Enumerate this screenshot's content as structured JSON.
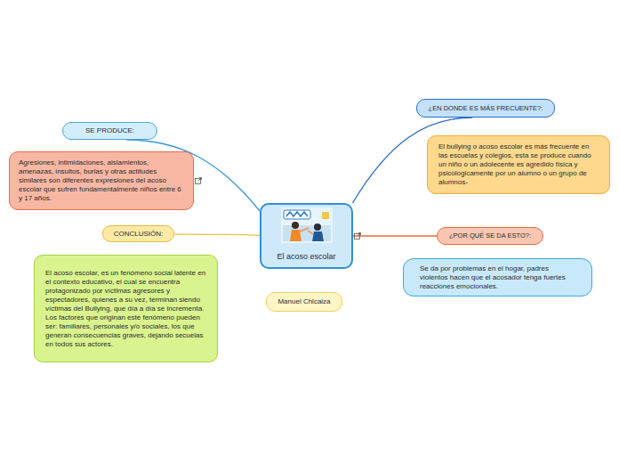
{
  "diagram": {
    "nodes": [
      {
        "text": [
          "SE PRODUCE:"
        ]
      },
      {
        "text": [
          "Agresiones, intimidaciones, aislamientos, amenazas, insultos, burlas y otras actitudes similares son diferentes expresiones del acoso escolar que sufren fundamentalmente niños entre 6 y 17 años."
        ]
      },
      {
        "text": [
          "CONCLUSIÓN:"
        ]
      },
      {
        "text": [
          "El acoso escolar, es un fenómeno social latente en el contexto educativo, el cual se encuentra protagonizado por víctimas agresores y espectadores, quienes a su vez, terminan siendo víctimas del Bullying, que día a día se incrementa. Los factores que originan este fenómeno pueden ser: familiares, personales y/o sociales, los que generan consecuencias graves, dejando secuelas en todos sus actores."
        ]
      },
      {
        "text": [
          "El acoso escolar"
        ]
      },
      {
        "text": [
          "¿EN DONDE ES MÁS FRECUENTE?:"
        ]
      },
      {
        "text": [
          "El bullying o acoso escolar es más frecuente en las escuelas y colegios, esta se produce cuando un niño o un adolecente es agredido física y psicologicamente por un alumno o un grupo de alumnos-"
        ]
      },
      {
        "text": [
          "¿POR QUÉ SE DA ESTO?:"
        ]
      },
      {
        "text": [
          "Se da por problemas en el hogar, padres violentos hacen que el acosador tenga fuertes reacciones emocionales."
        ]
      },
      {
        "text": [
          "Manuel Chicaiza"
        ]
      }
    ],
    "edges": [
      {
        "from": 4,
        "to": 0,
        "arrow": "none"
      },
      {
        "from": 4,
        "to": 2,
        "arrow": "none"
      },
      {
        "from": 4,
        "to": 5,
        "arrow": "none"
      },
      {
        "from": 4,
        "to": 7,
        "arrow": "none"
      }
    ]
  }
}
